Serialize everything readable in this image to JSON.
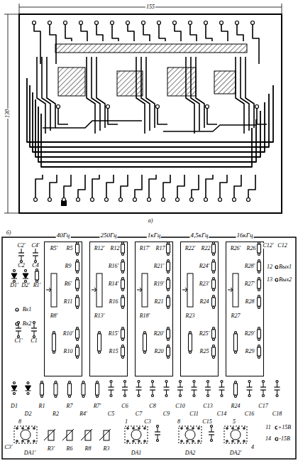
{
  "diagram": {
    "nodes": [
      {
        "text": [
          "40Гц"
        ]
      },
      {
        "text": [
          "250Гц"
        ]
      },
      {
        "text": [
          "1кГц"
        ]
      },
      {
        "text": [
          "4,5кГц"
        ]
      },
      {
        "text": [
          "16кГц"
        ]
      }
    ],
    "labels": [
      "155",
      "130",
      "а)",
      "б)",
      "C2'",
      "C4'",
      "C2",
      "C4",
      "D1'",
      "D2'",
      "R1'",
      "Вх1",
      "Вх2",
      "C1'",
      "C1",
      "R5'",
      "R5",
      "R9",
      "R6'",
      "R8'",
      "R11",
      "R10'",
      "R10",
      "R12'",
      "R12",
      "R16'",
      "R14'",
      "R13'",
      "R16",
      "R15'",
      "R15",
      "R17'",
      "R17",
      "R21'",
      "R19'",
      "R18'",
      "R21",
      "R20'",
      "R20",
      "R22'",
      "R22",
      "R24'",
      "R23'",
      "R23",
      "R24",
      "R25'",
      "R25",
      "R26'",
      "R26",
      "R28'",
      "R27'",
      "R27",
      "R28",
      "R29'",
      "R29",
      "C12'",
      "C12",
      "12",
      "Вых1",
      "13",
      "Вых2",
      "D1",
      "D2",
      "R1",
      "R2",
      "R7",
      "R4'",
      "R7'",
      "C5",
      "C6",
      "C7",
      "C8",
      "C9",
      "C10",
      "C11",
      "C13",
      "C14",
      "R24",
      "C16",
      "C17",
      "C18",
      "8",
      "C3'",
      "DA1'",
      "R3'",
      "R6",
      "R8",
      "R3",
      "1",
      "C3",
      "DA1",
      "8",
      "C15",
      "DA2",
      "5",
      "DA2'",
      "4",
      "11",
      "+15В",
      "14",
      "-15В"
    ]
  }
}
